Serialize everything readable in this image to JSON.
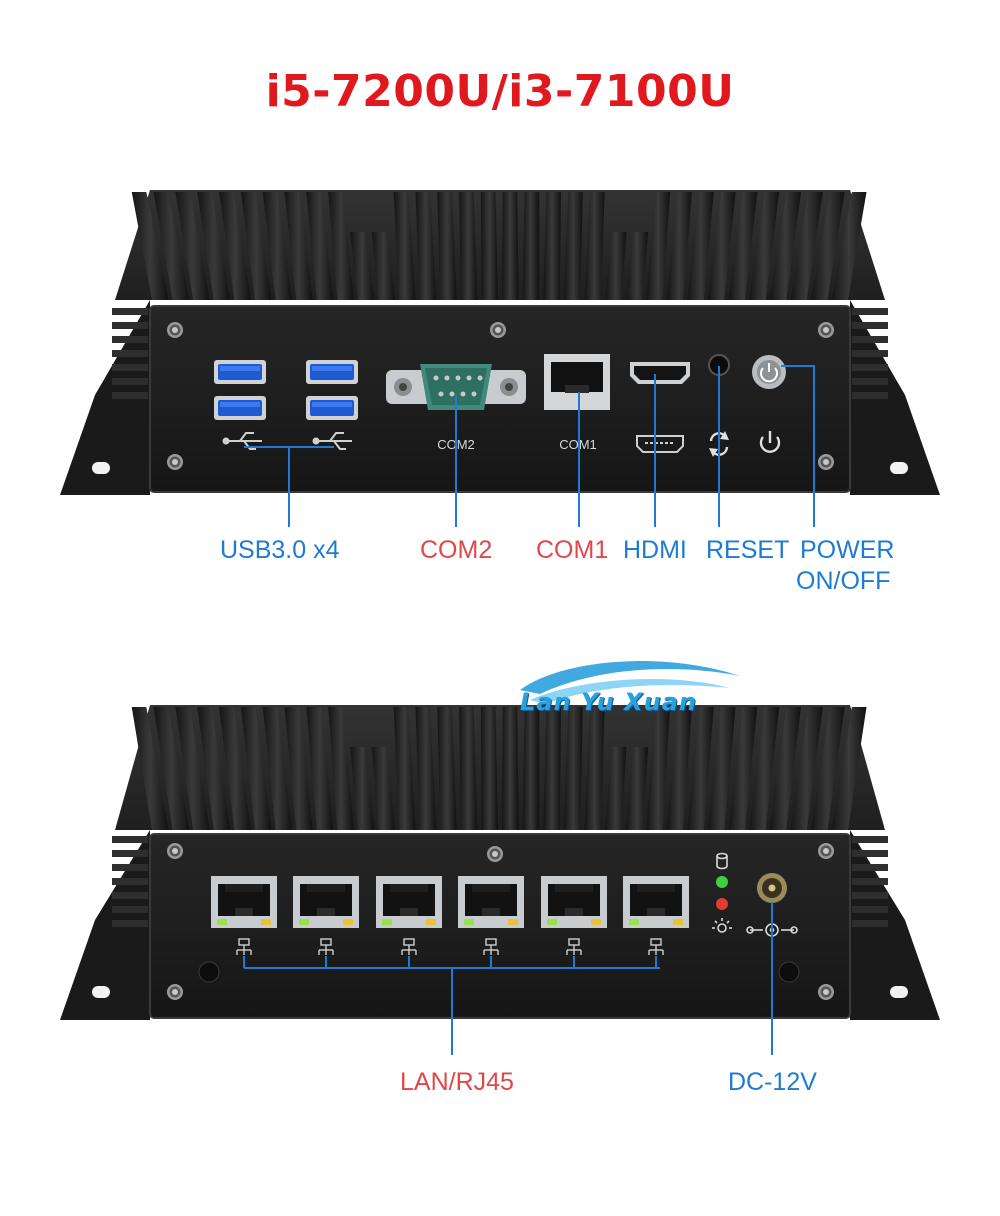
{
  "title": "i5-7200U/i3-7100U",
  "colors": {
    "title": "#e0191f",
    "callout_blue": "#1e7bd4",
    "callout_red": "#e04848",
    "chassis": "#2b2b2b",
    "panel": "#1c1c1c"
  },
  "front_panel": {
    "labels": {
      "com2": "COM2",
      "com1": "COM1"
    }
  },
  "callouts_front": {
    "usb": "USB3.0 x4",
    "com2": "COM2",
    "com1": "COM1",
    "hdmi": "HDMI",
    "reset": "RESET",
    "power_line1": "POWER",
    "power_line2": "ON/OFF"
  },
  "watermark": "Lan Yu Xuan",
  "callouts_rear": {
    "lan": "LAN/RJ45",
    "dc": "DC-12V"
  },
  "icons": [
    "usb-icon",
    "hdmi-icon",
    "reset-icon",
    "power-icon",
    "lan-icon",
    "hdd-led-icon",
    "power-led-icon",
    "dc-icon"
  ]
}
